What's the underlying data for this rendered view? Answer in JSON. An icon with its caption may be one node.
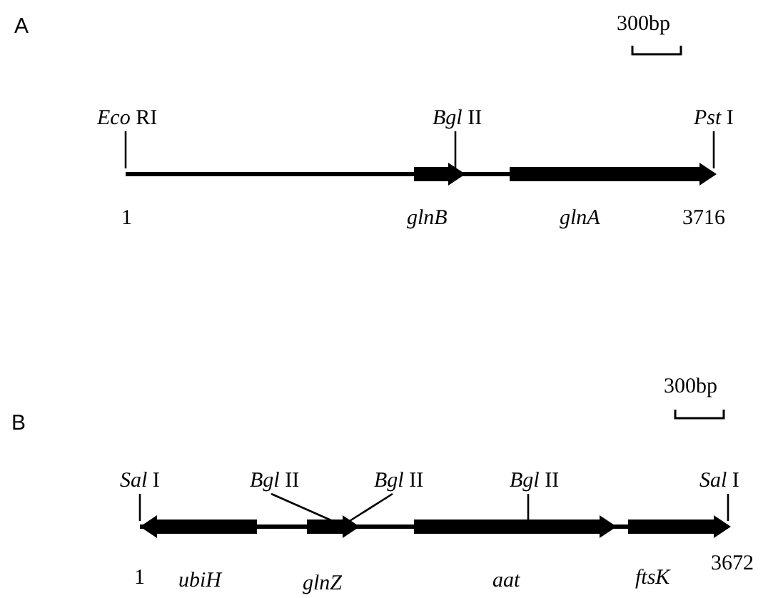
{
  "diagram": {
    "nodes": [
      {
        "text": [
          "*Eco* RI"
        ]
      },
      {
        "text": [
          "*Bgl* II"
        ]
      },
      {
        "text": [
          "*Pst* I"
        ]
      },
      {
        "text": [
          "*Sal* I"
        ]
      },
      {
        "text": [
          "*Bgl* II"
        ]
      },
      {
        "text": [
          "*Bgl* II"
        ]
      },
      {
        "text": [
          "*Bgl* II"
        ]
      },
      {
        "text": [
          "*Sal* I"
        ]
      },
      {
        "text": [],
        "shape": "bar"
      },
      {
        "text": [],
        "shape": "bar"
      }
    ],
    "edges": [
      {
        "from": 0,
        "to": 8,
        "arrow": "none"
      },
      {
        "from": 1,
        "to": 8,
        "arrow": "none"
      },
      {
        "from": 2,
        "to": 8,
        "arrow": "none"
      },
      {
        "from": 3,
        "to": 9,
        "arrow": "none"
      },
      {
        "from": 4,
        "to": 9,
        "arrow": "none"
      },
      {
        "from": 5,
        "to": 9,
        "arrow": "none"
      },
      {
        "from": 6,
        "to": 9,
        "arrow": "none"
      },
      {
        "from": 7,
        "to": 9,
        "arrow": "none"
      }
    ],
    "labels": [
      "A",
      "300bp",
      "1",
      "glnB",
      "glnA",
      "3716",
      "B",
      "300bp",
      "1",
      "ubiH",
      "glnZ",
      "aat",
      "ftsK",
      "3672"
    ]
  }
}
